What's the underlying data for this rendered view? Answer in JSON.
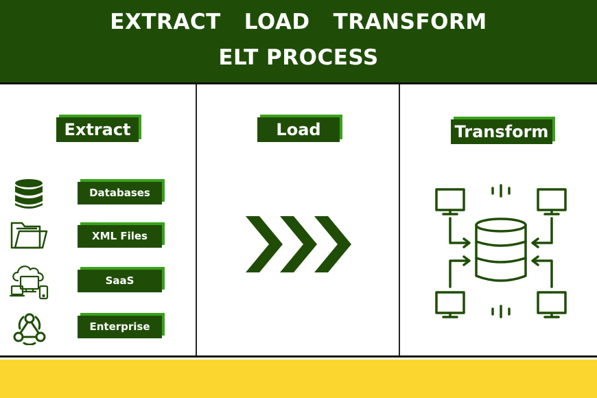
{
  "header": {
    "words": [
      "EXTRACT",
      "LOAD",
      "TRANSFORM"
    ],
    "subtitle": "ELT PROCESS"
  },
  "extract": {
    "title": "Extract",
    "sources": [
      {
        "label": "Databases",
        "icon": "database-icon"
      },
      {
        "label": "XML Files",
        "icon": "folder-icon"
      },
      {
        "label": "SaaS",
        "icon": "cloud-computer-icon"
      },
      {
        "label": "Enterprise",
        "icon": "webhook-icon"
      }
    ]
  },
  "load": {
    "title": "Load",
    "icon": "triple-chevron-right-icon"
  },
  "transform": {
    "title": "Transform",
    "icon": "central-database-network-icon"
  },
  "colors": {
    "dark_green": "#1f4d07",
    "accent_green": "#3aa21a",
    "yellow": "#fbd62e"
  }
}
